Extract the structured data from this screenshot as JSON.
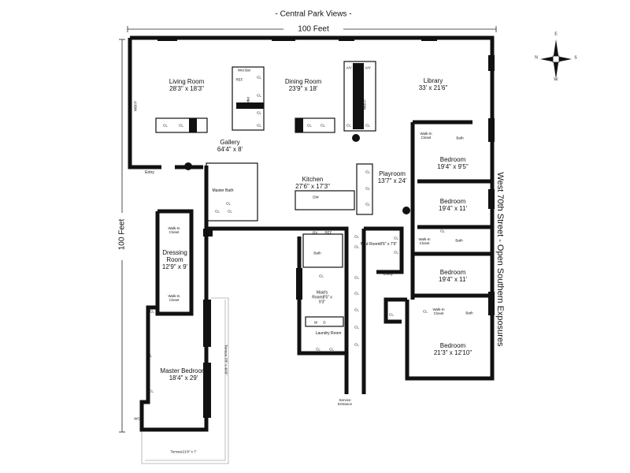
{
  "header": {
    "title": "- Central Park Views -",
    "top_dimension": "100 Feet",
    "left_dimension": "100 Feet",
    "street": "West 70th Street - Open Southern Exposures"
  },
  "compass": {
    "n": "N",
    "s": "S",
    "e": "E",
    "w": "W"
  },
  "rooms": {
    "living": {
      "name": "Living Room",
      "dims": "28'3\" x 18'3\""
    },
    "dining": {
      "name": "Dining Room",
      "dims": "23'9\" x 18'"
    },
    "library": {
      "name": "Library",
      "dims": "33' x 21'6\""
    },
    "gallery": {
      "name": "Gallery",
      "dims": "64'4\"  x 8'"
    },
    "kitchen": {
      "name": "Kitchen",
      "dims": "27'6\" x 17'3\""
    },
    "playroom": {
      "name": "Playroom",
      "dims": "13'7\" x 24'"
    },
    "bedroom1": {
      "name": "Bedroom",
      "dims": "19'4\" x 9'5\""
    },
    "bedroom2": {
      "name": "Bedroom",
      "dims": "19'4\" x 11'"
    },
    "bedroom3": {
      "name": "Bedroom",
      "dims": "19'4\" x 11'"
    },
    "bedroom4": {
      "name": "Bedroom",
      "dims": "21'3\" x 12'10\""
    },
    "dressing": {
      "name": "Dressing Room",
      "dims": "12'9\" x 9'"
    },
    "master_bedroom": {
      "name": "Master Bedroom",
      "dims": "18'4\" x 29'"
    },
    "maids": {
      "name": "Maid's Room",
      "dims": "8'5\" x 9'3\""
    },
    "mud": {
      "name": "Mud Room",
      "dims": "8'6\" x 7'6\""
    },
    "terrace_side": {
      "name": "Terrace",
      "dims": "3'8\" x 40'0\""
    },
    "terrace_bottom": {
      "name": "Terrace",
      "dims": "21'8\" x 7'"
    }
  },
  "labels": {
    "master_bath": "Master Bath",
    "laundry": "Laundry Room",
    "service_entrance": "Service Entrance",
    "entry": "Entry",
    "walk_in_closet": "Walk-In Closet",
    "bath": "Bath",
    "cl": "CL",
    "wet_bar": "Wet Bar",
    "ref": "REF",
    "powder": "Powder",
    "wbfp": "WBFP",
    "av": "A/V",
    "dw": "DW",
    "ov": "OV",
    "w": "W",
    "d": "D",
    "wc": "WC"
  }
}
